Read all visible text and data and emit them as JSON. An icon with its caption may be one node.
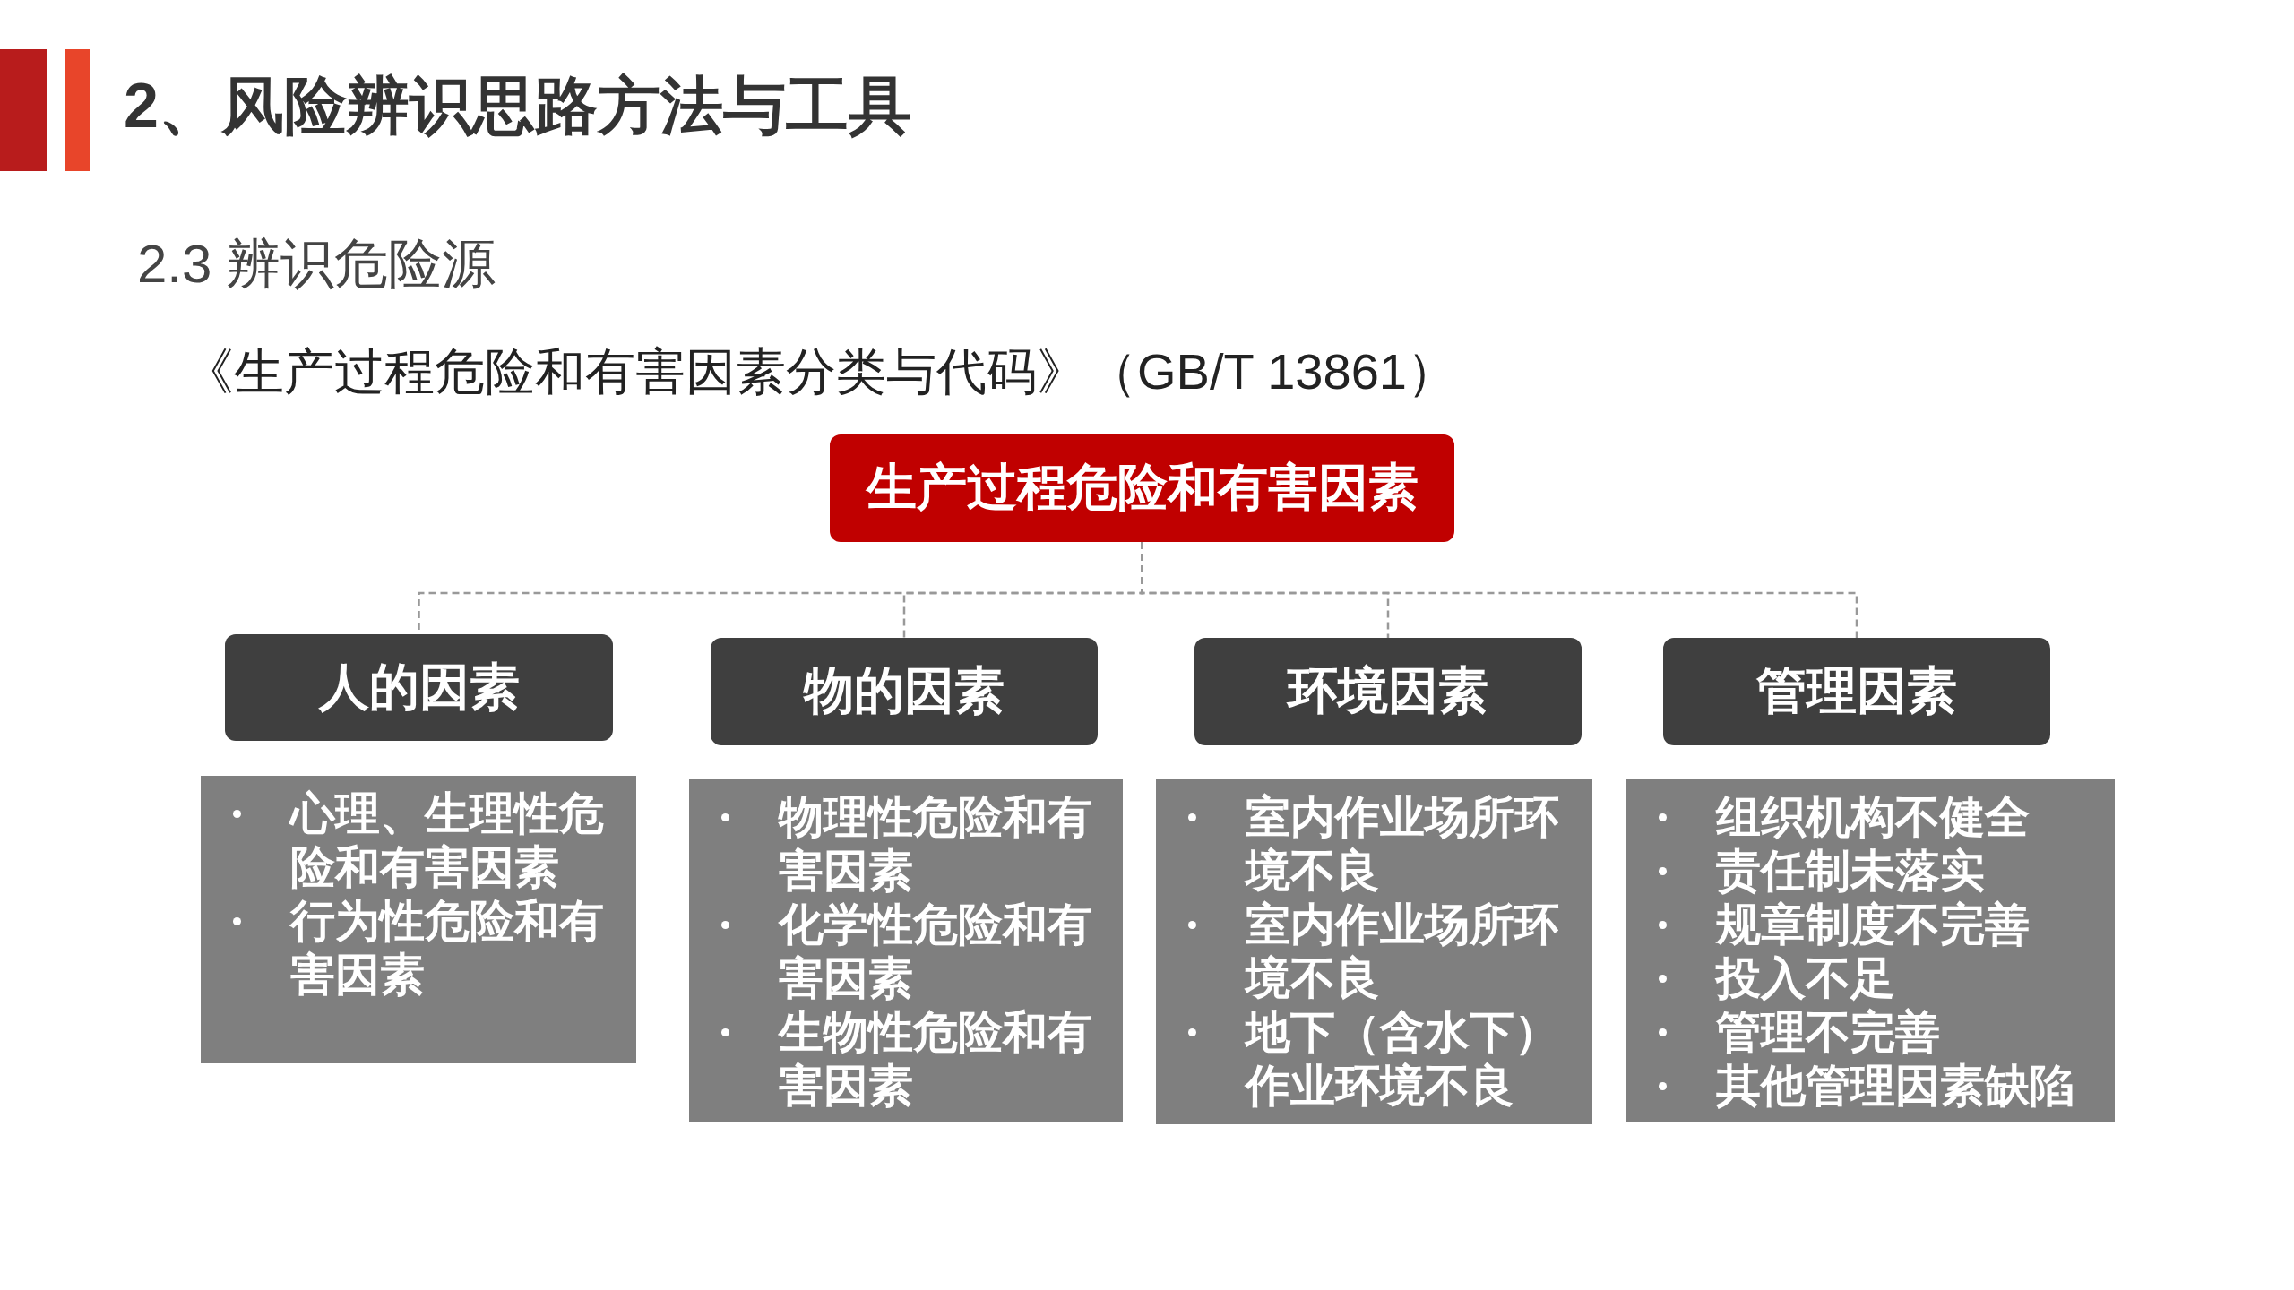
{
  "diagram": {
    "title": "2、风险辨识思路方法与工具",
    "nodes": [
      {
        "text": [
          "生产过程危险和有害因素"
        ]
      },
      {
        "text": [
          "人的因素"
        ]
      },
      {
        "text": [
          "物的因素"
        ]
      },
      {
        "text": [
          "环境因素"
        ]
      },
      {
        "text": [
          "管理因素"
        ]
      },
      {
        "text": [
          "心理、生理性危险和有害因素",
          "行为性危险和有害因素"
        ]
      },
      {
        "text": [
          "物理性危险和有害因素",
          "化学性危险和有害因素",
          "生物性危险和有害因素"
        ]
      },
      {
        "text": [
          "室内作业场所环境不良",
          "室内作业场所环境不良",
          "地下（含水下）作业环境不良"
        ]
      },
      {
        "text": [
          "组织机构不健全",
          "责任制未落实",
          "规章制度不完善",
          "投入不足",
          "管理不完善",
          "其他管理因素缺陷"
        ]
      }
    ],
    "edges": [
      {
        "from": 0,
        "to": 1,
        "arrow": "none",
        "style": "dashed"
      },
      {
        "from": 0,
        "to": 2,
        "arrow": "none",
        "style": "dashed"
      },
      {
        "from": 0,
        "to": 3,
        "arrow": "none",
        "style": "dashed"
      },
      {
        "from": 0,
        "to": 4,
        "arrow": "none",
        "style": "dashed"
      }
    ],
    "labels": [
      "2.3 辨识危险源",
      "《生产过程危险和有害因素分类与代码》（GB/T 13861）"
    ]
  }
}
